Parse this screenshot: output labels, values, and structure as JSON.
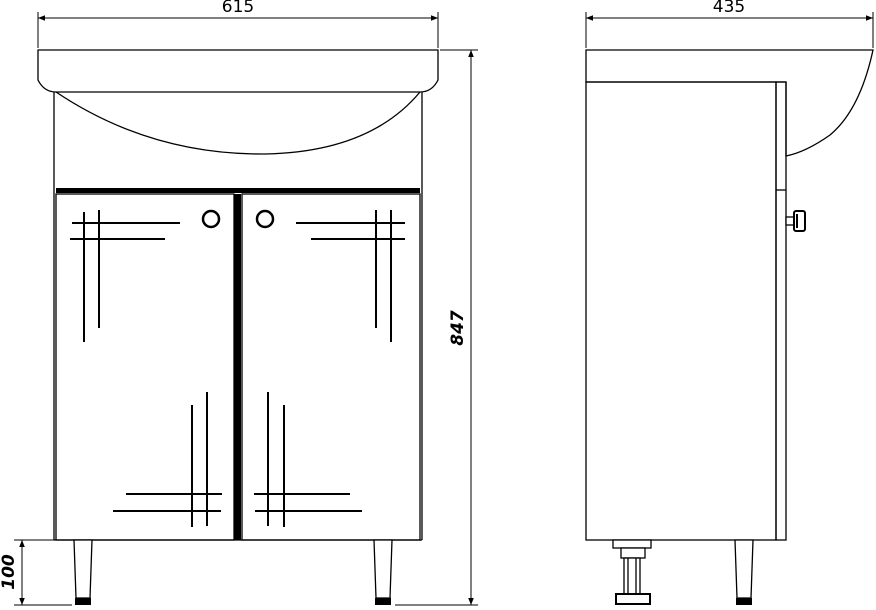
{
  "dimensions": {
    "front_width": "615",
    "side_depth": "435",
    "total_height": "847",
    "leg_height": "100"
  },
  "colors": {
    "line": "#000000",
    "background": "#ffffff"
  }
}
